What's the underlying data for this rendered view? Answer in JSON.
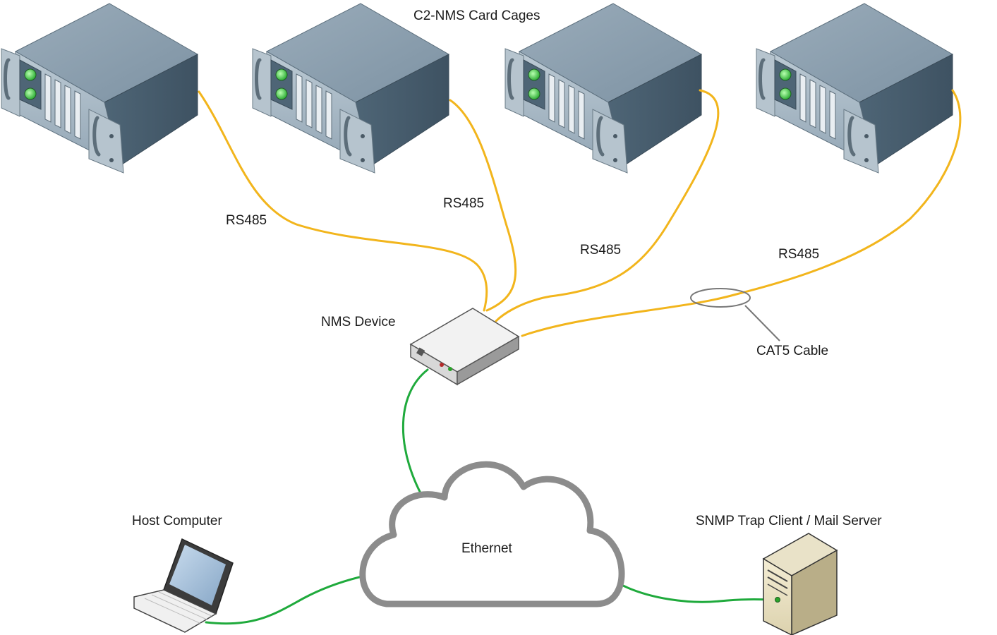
{
  "title": "C2-NMS Card Cages",
  "labels": {
    "rs485_1": "RS485",
    "rs485_2": "RS485",
    "rs485_3": "RS485",
    "rs485_4": "RS485",
    "nms_device": "NMS Device",
    "cat5_cable": "CAT5 Cable",
    "ethernet": "Ethernet",
    "host_computer": "Host Computer",
    "snmp_server": "SNMP Trap Client / Mail Server"
  },
  "colors": {
    "rs485_cable": "#f2b51c",
    "ethernet_cable": "#1faa3c",
    "cloud_stroke": "#8c8c8c",
    "rack_body": "#5d7689",
    "rack_face": "#a9bac6",
    "led": "#4fd24f"
  },
  "icons": {
    "card_cage": "rack-server-icon",
    "nms_device": "network-device-icon",
    "cloud": "cloud-icon",
    "laptop": "laptop-icon",
    "server": "tower-server-icon"
  }
}
